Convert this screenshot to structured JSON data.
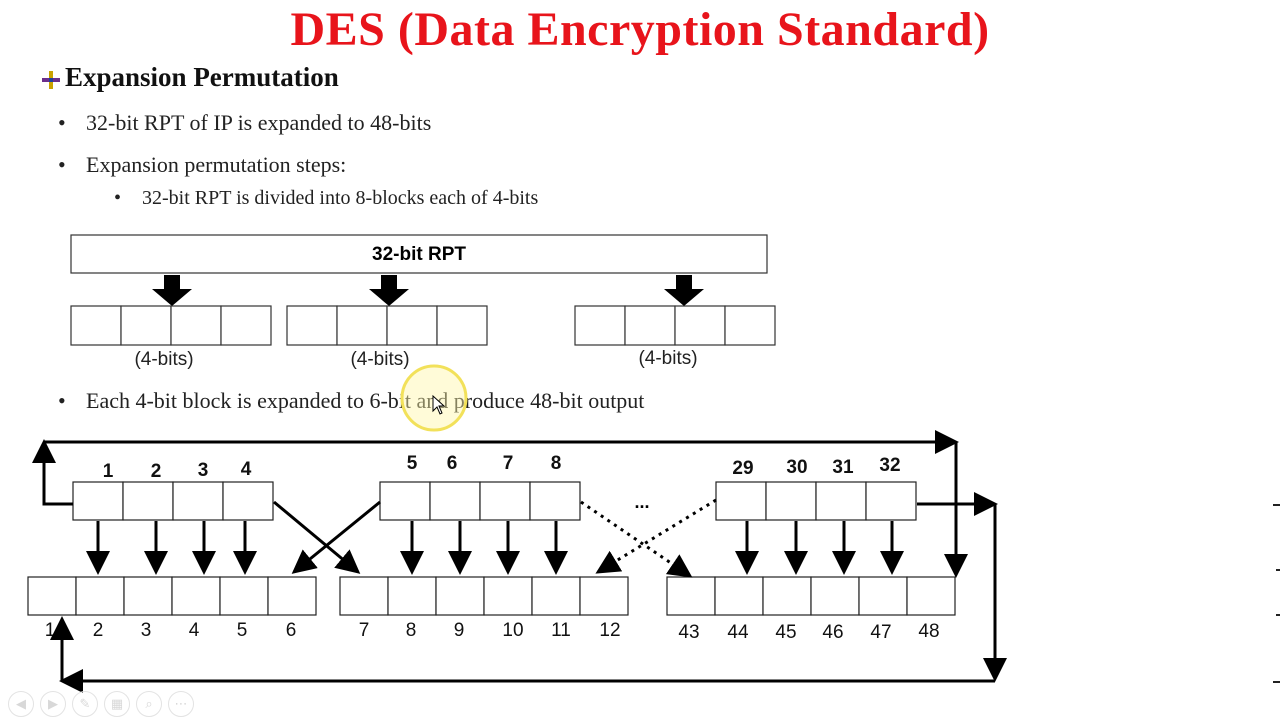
{
  "title": "DES (Data Encryption Standard)",
  "section": {
    "heading": "Expansion Permutation",
    "bullets": [
      "32-bit RPT of IP is expanded to 48-bits",
      "Expansion permutation steps:",
      "32-bit RPT is divided into 8-blocks each of 4-bits",
      "Each 4-bit block is expanded to 6-bit and produce 48-bit output"
    ]
  },
  "rpt_diagram": {
    "bar_label": "32-bit RPT",
    "block_labels": [
      "(4-bits)",
      "(4-bits)",
      "(4-bits)"
    ]
  },
  "expansion_diagram": {
    "input_groups": [
      [
        "1",
        "2",
        "3",
        "4"
      ],
      [
        "5",
        "6",
        "7",
        "8"
      ],
      [
        "29",
        "30",
        "31",
        "32"
      ]
    ],
    "ellipsis": "...",
    "output_groups": [
      [
        "1",
        "2",
        "3",
        "4",
        "5",
        "6"
      ],
      [
        "7",
        "8",
        "9",
        "10",
        "11",
        "12"
      ],
      [
        "43",
        "44",
        "45",
        "46",
        "47",
        "48"
      ]
    ]
  },
  "viewer_controls": [
    "back-icon",
    "forward-icon",
    "pen-icon",
    "slides-icon",
    "zoom-icon",
    "more-icon"
  ]
}
